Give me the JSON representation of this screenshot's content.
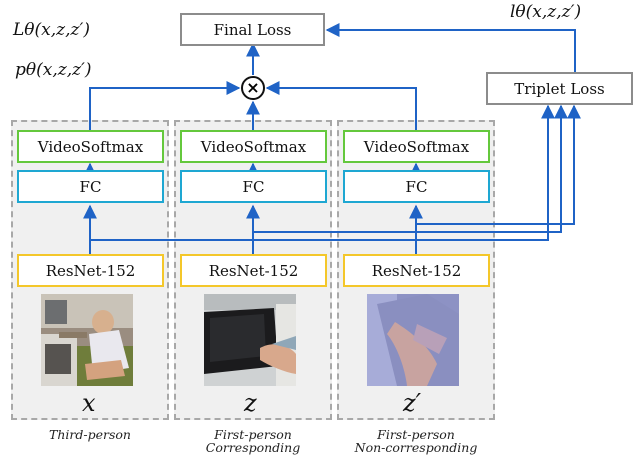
{
  "outputs": {
    "final_loss": "Final Loss",
    "triplet_loss": "Triplet Loss",
    "combine_symbol": "×"
  },
  "math_labels": {
    "L": "Lθ(x,z,z′)",
    "p": "pθ(x,z,z′)",
    "l": "lθ(x,z,z′)"
  },
  "columns": [
    {
      "softmax": "VideoSoftmax",
      "fc": "FC",
      "resnet": "ResNet-152",
      "variable": "x",
      "caption": "Third-person"
    },
    {
      "softmax": "VideoSoftmax",
      "fc": "FC",
      "resnet": "ResNet-152",
      "variable": "z",
      "caption": "First-person\nCorresponding"
    },
    {
      "softmax": "VideoSoftmax",
      "fc": "FC",
      "resnet": "ResNet-152",
      "variable": "z′",
      "caption": "First-person\nNon-corresponding"
    }
  ],
  "colors": {
    "arrow": "#1f63c6",
    "softmax_border": "#64c83c",
    "fc_border": "#1ea7d2",
    "resnet_border": "#f4c72a",
    "loss_border": "#8c8c8c",
    "column_fill": "#f0f0f0"
  }
}
